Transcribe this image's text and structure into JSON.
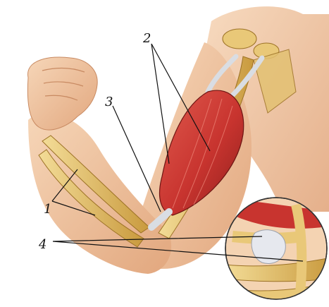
{
  "labels": {
    "l1": "1",
    "l2": "2",
    "l3": "3",
    "l4": "4"
  },
  "colors": {
    "skin": "#f1c7a3",
    "skin_shadow": "#e2a77e",
    "bone": "#e8c97a",
    "bone_dark": "#b88a34",
    "muscle": "#c8342f",
    "muscle_dark": "#8e1f1c",
    "tendon": "#d9dde3",
    "leader": "#111111"
  }
}
